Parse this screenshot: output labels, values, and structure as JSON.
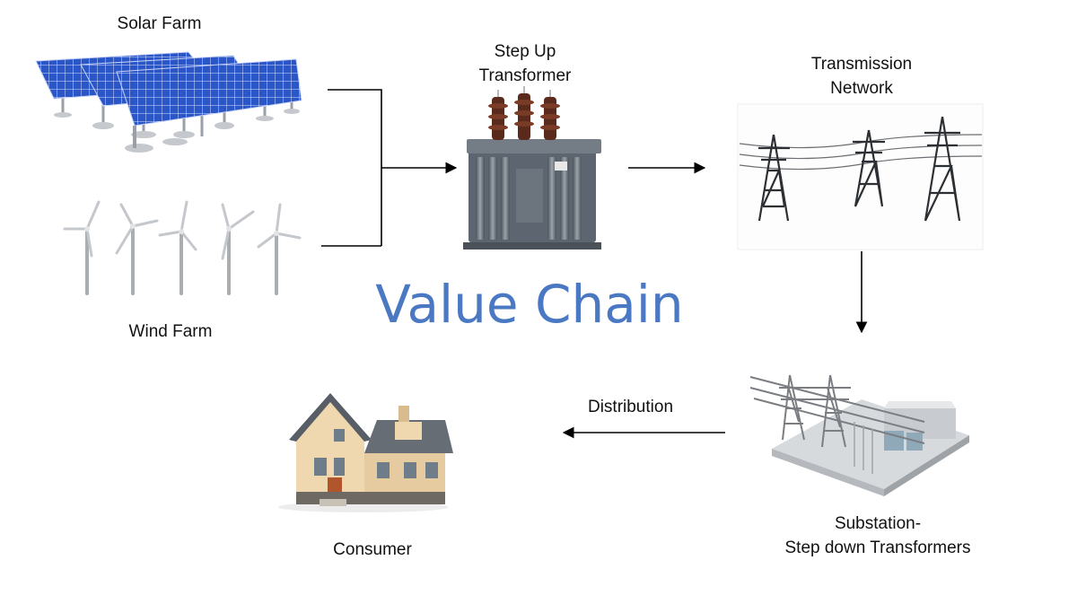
{
  "diagram": {
    "title": "Value Chain",
    "nodes": {
      "solar_farm": {
        "label": "Solar Farm",
        "icon": "solar-panel-array-icon"
      },
      "wind_farm": {
        "label": "Wind Farm",
        "icon": "wind-turbine-icon"
      },
      "step_up_transformer": {
        "label_line1": "Step Up",
        "label_line2": "Transformer",
        "icon": "transformer-icon"
      },
      "transmission_network": {
        "label_line1": "Transmission",
        "label_line2": "Network",
        "icon": "transmission-tower-icon"
      },
      "substation": {
        "label_line1": "Substation-",
        "label_line2": "Step down Transformers",
        "icon": "substation-icon"
      },
      "consumer": {
        "label": "Consumer",
        "icon": "house-icon"
      }
    },
    "edges": {
      "distribution": {
        "label": "Distribution"
      }
    },
    "colors": {
      "title": "#4a78c2",
      "connector": "#000000",
      "solar_cell": "#2b56c8",
      "steel": "#8e9aa5",
      "transformer_body": "#5d6670",
      "insulator": "#5a2a1c",
      "house_wall": "#efd7b0",
      "roof": "#585e66"
    }
  }
}
